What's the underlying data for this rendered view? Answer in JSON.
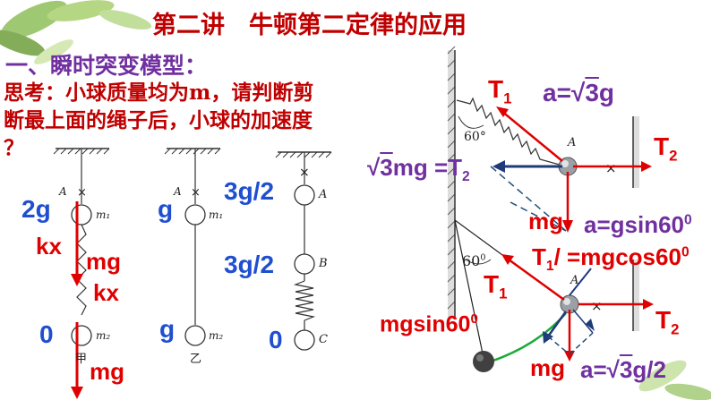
{
  "header": {
    "title": "第二讲　牛顿第二定律的应用",
    "section": "一、瞬时突变模型："
  },
  "question": {
    "label": "思考：",
    "text1": "小球质量均为m，请判断剪",
    "text2": "断最上面的",
    "text3": "绳子后，小球的加速度",
    "text4": "？"
  },
  "diagram_jia": {
    "ball_top_label": "A",
    "ball_top_mass": "m₁",
    "ball_bottom_mass": "m₂",
    "caption": "甲",
    "accel_top": "2g",
    "accel_bottom": "0",
    "force_kx_top": "kx",
    "force_mg_top": "mg",
    "force_kx_bottom": "kx",
    "force_mg_bottom": "mg"
  },
  "diagram_yi": {
    "ball_top_label": "A",
    "ball_top_mass": "m₁",
    "ball_bottom_mass": "m₂",
    "caption": "乙",
    "accel_top": "g",
    "accel_bottom": "g"
  },
  "diagram_bing": {
    "label_a": "A",
    "label_b": "B",
    "label_c": "C",
    "accel_a": "3g/2",
    "accel_b": "3g/2",
    "accel_c": "0"
  },
  "right_top": {
    "t1": "T",
    "t1_sub": "1",
    "accel_prefix": "a=",
    "accel_root": "3",
    "accel_suffix": "g",
    "angle": "60°",
    "ball_label": "A",
    "t2": "T",
    "t2_sub": "2",
    "eq_root": "3",
    "eq_text": "mg =T",
    "eq_sub": "2",
    "mg": "mg",
    "accel2": "a=gsin60",
    "accel2_sup": "0"
  },
  "right_bottom": {
    "angle": "60",
    "angle_sup": "0",
    "t1p": "T",
    "t1p_sub": "1",
    "t1p_eq": "/ =mgcos60",
    "t1p_sup": "0",
    "t1": "T",
    "t1_sub": "1",
    "ball_label": "A",
    "t2": "T",
    "t2_sub": "2",
    "mgsin": "mgsin60",
    "mgsin_sup": "0",
    "mg": "mg",
    "accel_prefix": "a=",
    "accel_root": "3",
    "accel_suffix": "g/2"
  }
}
